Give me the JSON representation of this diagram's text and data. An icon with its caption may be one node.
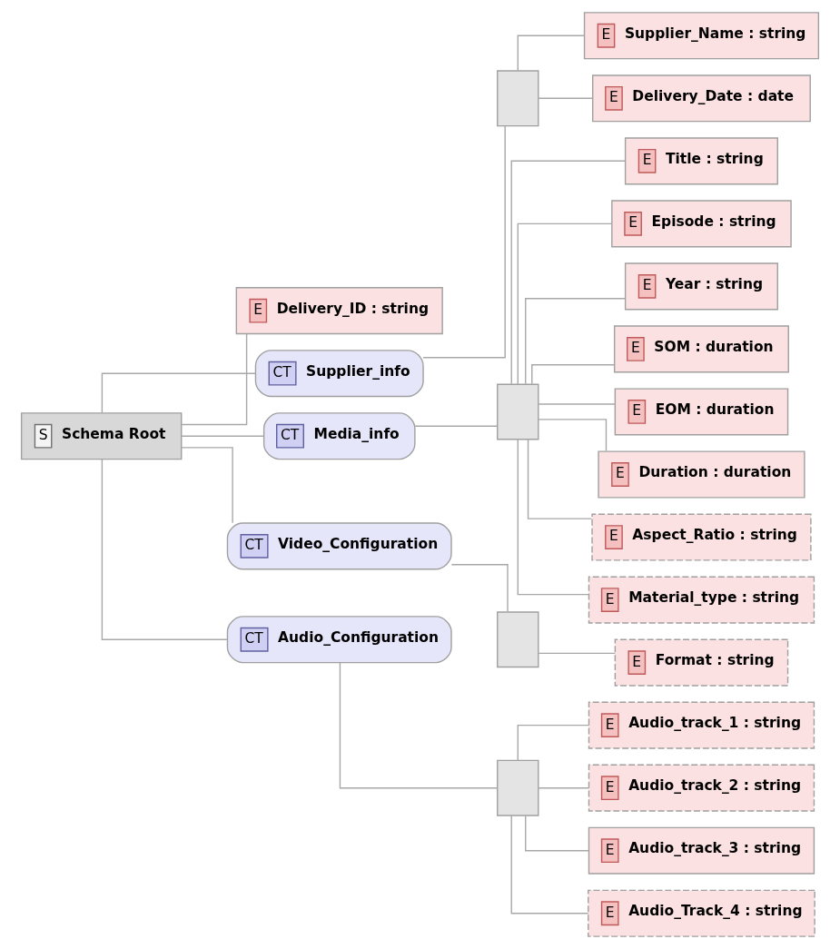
{
  "diagram": {
    "nodes": [
      {
        "text": [
          "S",
          "Schema Root"
        ]
      },
      {
        "text": [
          "E",
          "Delivery_ID : string"
        ]
      },
      {
        "text": [
          "CT",
          "Supplier_info"
        ]
      },
      {
        "text": [],
        "shape": "box"
      },
      {
        "text": [
          "E",
          "Supplier_Name : string"
        ]
      },
      {
        "text": [
          "E",
          "Delivery_Date : date"
        ]
      },
      {
        "text": [
          "CT",
          "Media_info"
        ]
      },
      {
        "text": [],
        "shape": "box"
      },
      {
        "text": [
          "E",
          "Title : string"
        ]
      },
      {
        "text": [
          "E",
          "Episode : string"
        ]
      },
      {
        "text": [
          "E",
          "Year : string"
        ]
      },
      {
        "text": [
          "E",
          "SOM : duration"
        ]
      },
      {
        "text": [
          "E",
          "EOM : duration"
        ]
      },
      {
        "text": [
          "E",
          "Duration : duration"
        ]
      },
      {
        "text": [
          "E",
          "Aspect_Ratio : string"
        ]
      },
      {
        "text": [
          "E",
          "Material_type : string"
        ]
      },
      {
        "text": [
          "CT",
          "Video_Configuration"
        ]
      },
      {
        "text": [],
        "shape": "box"
      },
      {
        "text": [
          "E",
          "Format : string"
        ]
      },
      {
        "text": [
          "CT",
          "Audio_Configuration"
        ]
      },
      {
        "text": [],
        "shape": "box"
      },
      {
        "text": [
          "E",
          "Audio_track_1 : string"
        ]
      },
      {
        "text": [
          "E",
          "Audio_track_2 : string"
        ]
      },
      {
        "text": [
          "E",
          "Audio_track_3 : string"
        ]
      },
      {
        "text": [
          "E",
          "Audio_Track_4 : string"
        ]
      }
    ],
    "edges": [
      {
        "from": 0,
        "to": 1,
        "arrow": "none"
      },
      {
        "from": 0,
        "to": 2,
        "arrow": "none"
      },
      {
        "from": 2,
        "to": 3,
        "arrow": "none"
      },
      {
        "from": 3,
        "to": 4,
        "arrow": "none"
      },
      {
        "from": 3,
        "to": 5,
        "arrow": "none"
      },
      {
        "from": 0,
        "to": 6,
        "arrow": "none"
      },
      {
        "from": 6,
        "to": 7,
        "arrow": "none"
      },
      {
        "from": 7,
        "to": 8,
        "arrow": "none"
      },
      {
        "from": 7,
        "to": 9,
        "arrow": "none"
      },
      {
        "from": 7,
        "to": 10,
        "arrow": "none"
      },
      {
        "from": 7,
        "to": 11,
        "arrow": "none"
      },
      {
        "from": 7,
        "to": 12,
        "arrow": "none"
      },
      {
        "from": 7,
        "to": 13,
        "arrow": "none"
      },
      {
        "from": 7,
        "to": 14,
        "arrow": "none"
      },
      {
        "from": 7,
        "to": 15,
        "arrow": "none"
      },
      {
        "from": 0,
        "to": 16,
        "arrow": "none"
      },
      {
        "from": 16,
        "to": 17,
        "arrow": "none"
      },
      {
        "from": 17,
        "to": 18,
        "arrow": "none"
      },
      {
        "from": 0,
        "to": 19,
        "arrow": "none"
      },
      {
        "from": 19,
        "to": 20,
        "arrow": "none"
      },
      {
        "from": 20,
        "to": 21,
        "arrow": "none"
      },
      {
        "from": 20,
        "to": 22,
        "arrow": "none"
      },
      {
        "from": 20,
        "to": 23,
        "arrow": "none"
      },
      {
        "from": 20,
        "to": 24,
        "arrow": "none"
      }
    ]
  }
}
